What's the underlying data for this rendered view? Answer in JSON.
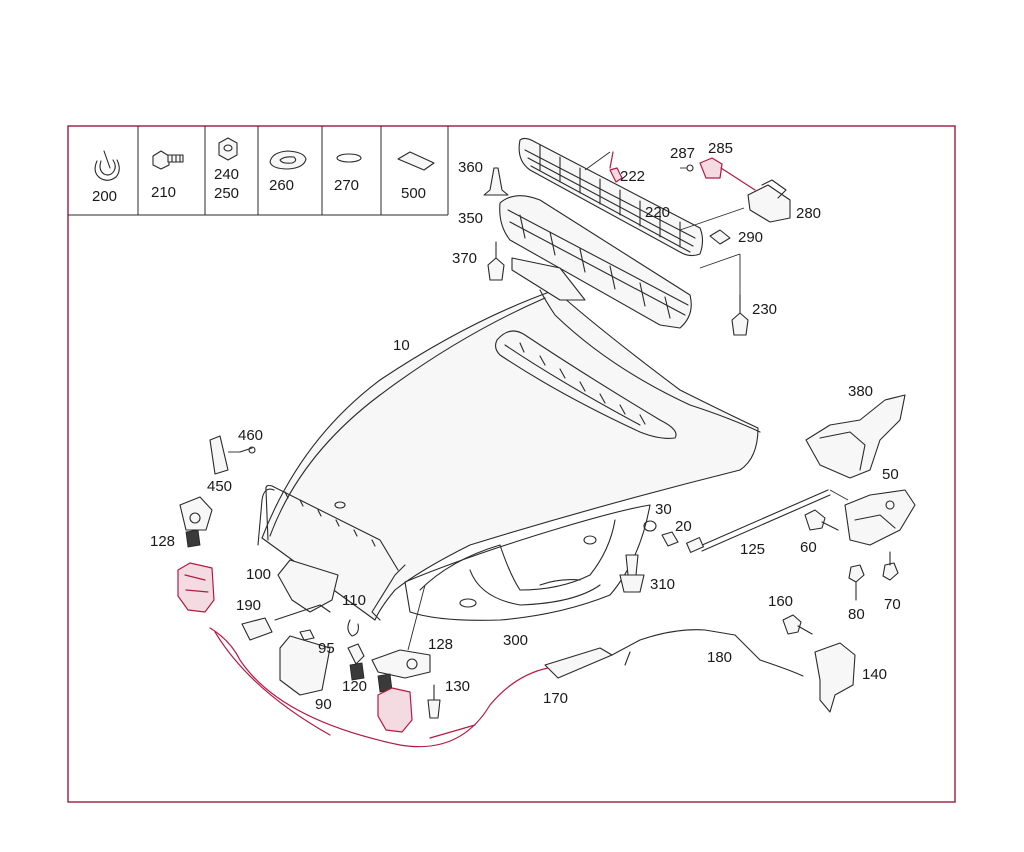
{
  "accent_color": "#9b1b3c",
  "legend_items": [
    {
      "label": "200",
      "icon": "clip-icon"
    },
    {
      "label": "210",
      "icon": "screw-icon"
    },
    {
      "label": "240",
      "icon": "nut-icon"
    },
    {
      "label": "250",
      "icon": "nut-icon"
    },
    {
      "label": "260",
      "icon": "grommet-icon"
    },
    {
      "label": "270",
      "icon": "washer-icon"
    },
    {
      "label": "500",
      "icon": "pad-icon"
    }
  ],
  "part_labels": [
    "360",
    "222",
    "287",
    "285",
    "280",
    "220",
    "350",
    "290",
    "370",
    "230",
    "10",
    "380",
    "460",
    "450",
    "50",
    "30",
    "20",
    "128",
    "125",
    "60",
    "310",
    "100",
    "80",
    "70",
    "110",
    "190",
    "160",
    "95",
    "128",
    "300",
    "180",
    "120",
    "140",
    "130",
    "170",
    "90"
  ]
}
